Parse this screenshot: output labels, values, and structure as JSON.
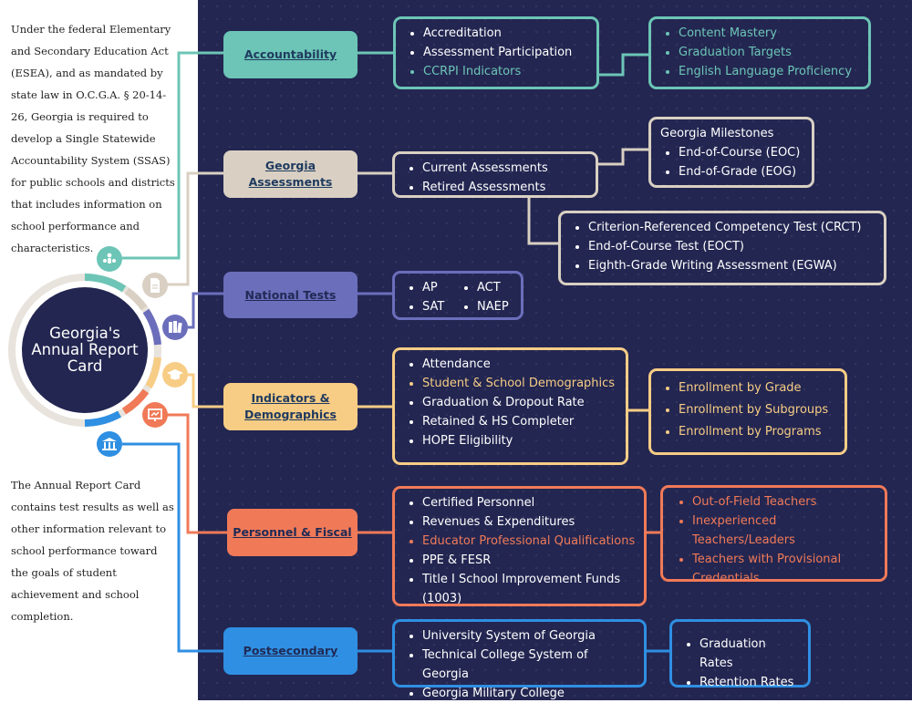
{
  "intro_text": "Under the federal Elementary and Secondary Education Act (ESEA), and as mandated by state law in O.C.G.A. § 20-14-26, Georgia is required to develop a Single Statewide Accountability System (SSAS) for public schools and districts that includes information on school performance and characteristics.",
  "outro_text": "The Annual Report Card contains test results as well as other information relevant to school performance toward the goals of student achievement and school completion.",
  "center_title": "Georgia's Annual Report Card",
  "colors": {
    "teal": "#6cc5b6",
    "beige": "#d9d0c3",
    "purple": "#6b6ebb",
    "yellow": "#f7cd85",
    "orange": "#f07a58",
    "blue": "#2f8fe2",
    "dark": "#232651"
  },
  "categories": {
    "accountability": {
      "label": "Accountability",
      "items": [
        "Accreditation",
        "Assessment Participation",
        "CCRPI Indicators"
      ],
      "sub_items": [
        "Content Mastery",
        "Graduation Targets",
        "English Language Proficiency"
      ]
    },
    "assessments": {
      "label": "Georgia Assessments",
      "items": [
        "Current Assessments",
        "Retired Assessments"
      ],
      "current": {
        "title": "Georgia Milestones",
        "items": [
          "End-of-Course (EOC)",
          "End-of-Grade (EOG)"
        ]
      },
      "retired": [
        "Criterion-Referenced Competency Test (CRCT)",
        "End-of-Course Test (EOCT)",
        "Eighth-Grade Writing Assessment (EGWA)"
      ]
    },
    "national": {
      "label": "National Tests",
      "items": [
        "AP",
        "ACT",
        "SAT",
        "NAEP"
      ]
    },
    "indicators": {
      "label": "Indicators & Demographics",
      "items": [
        "Attendance",
        "Student & School Demographics",
        "Graduation & Dropout Rate",
        "Retained & HS Completer",
        "HOPE Eligibility"
      ],
      "sub_items": [
        "Enrollment by Grade",
        "Enrollment by Subgroups",
        "Enrollment by Programs"
      ]
    },
    "personnel": {
      "label": "Personnel & Fiscal",
      "items": [
        "Certified Personnel",
        "Revenues & Expenditures",
        "Educator Professional Qualifications",
        "PPE & FESR",
        "Title I School Improvement Funds (1003)"
      ],
      "sub_items": [
        "Out-of-Field Teachers",
        "Inexperienced Teachers/Leaders",
        "Teachers with Provisional Credentials"
      ]
    },
    "postsecondary": {
      "label": "Postsecondary",
      "items": [
        "University System of Georgia",
        "Technical College System of Georgia",
        "Georgia Military College"
      ],
      "sub_items": [
        "Graduation Rates",
        "Retention Rates"
      ]
    }
  }
}
